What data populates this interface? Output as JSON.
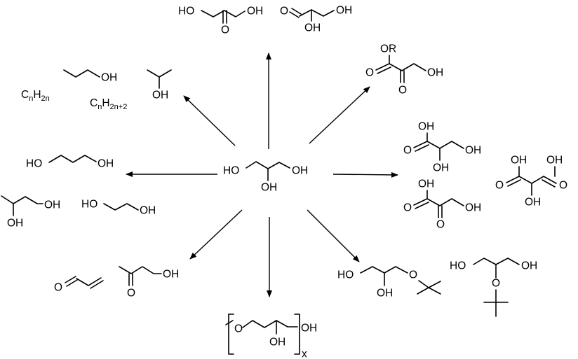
{
  "labels": {
    "oh": "OH",
    "ho": "HO",
    "o": "O",
    "or": "OR",
    "x": "x"
  },
  "formulas": {
    "alkene": {
      "c": "C",
      "n1": "n",
      "h": "H",
      "n2": "2n"
    },
    "alkane": {
      "c": "C",
      "n1": "n",
      "h": "H",
      "n2": "2n+2"
    }
  }
}
